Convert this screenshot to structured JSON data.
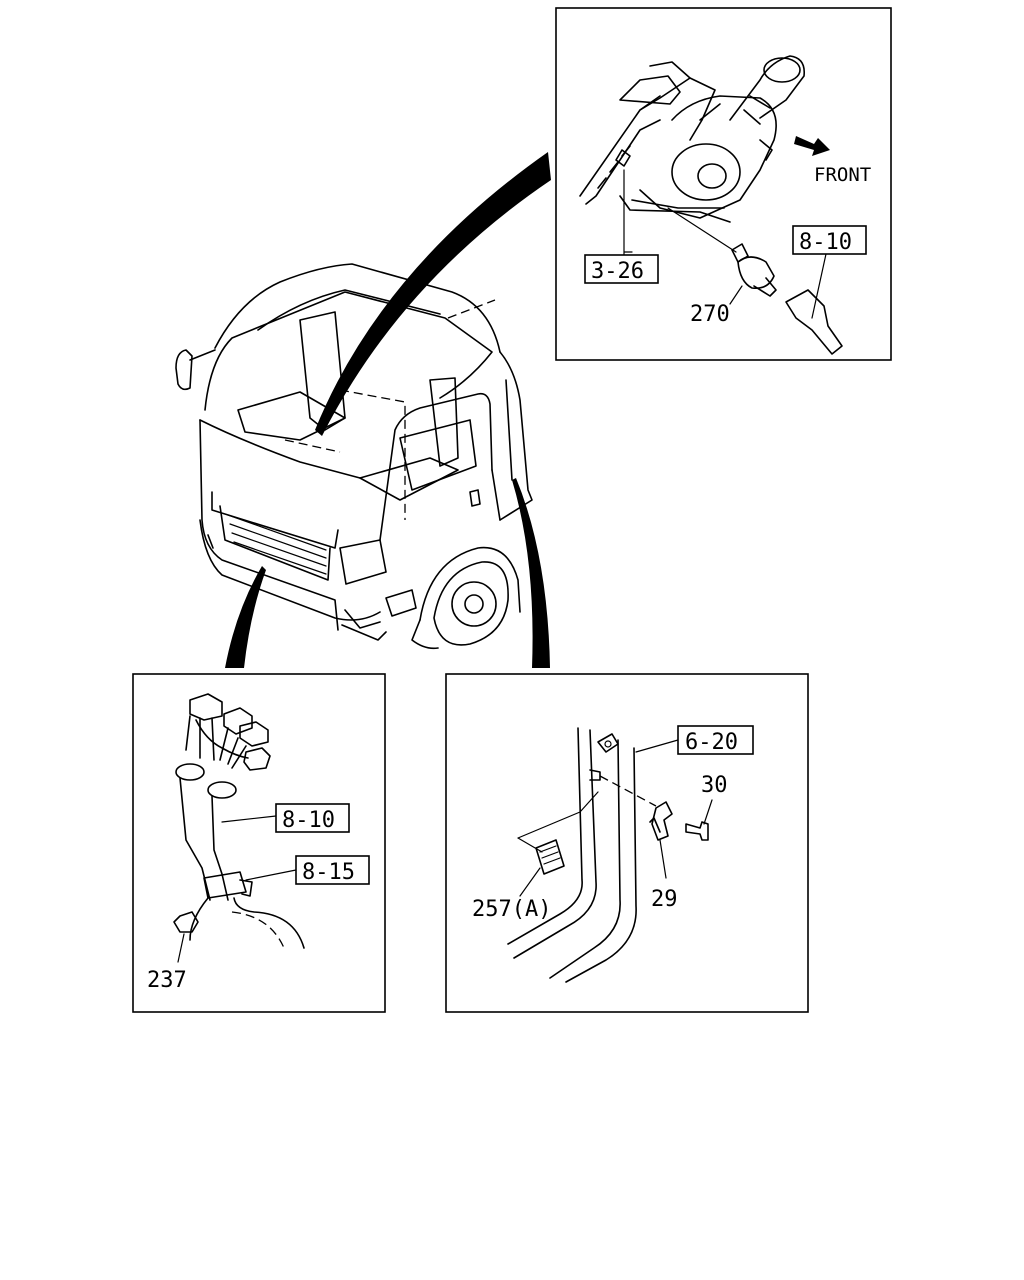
{
  "callouts": {
    "top": {
      "ref_box": "3-26",
      "part_270": "270",
      "ref_box_2": "8-10",
      "direction": "FRONT"
    },
    "bottom_left": {
      "ref_box_1": "8-10",
      "ref_box_2": "8-15",
      "part_237": "237"
    },
    "bottom_right": {
      "ref_box": "6-20",
      "part_30": "30",
      "part_29": "29",
      "part_257": "257(A)"
    }
  }
}
